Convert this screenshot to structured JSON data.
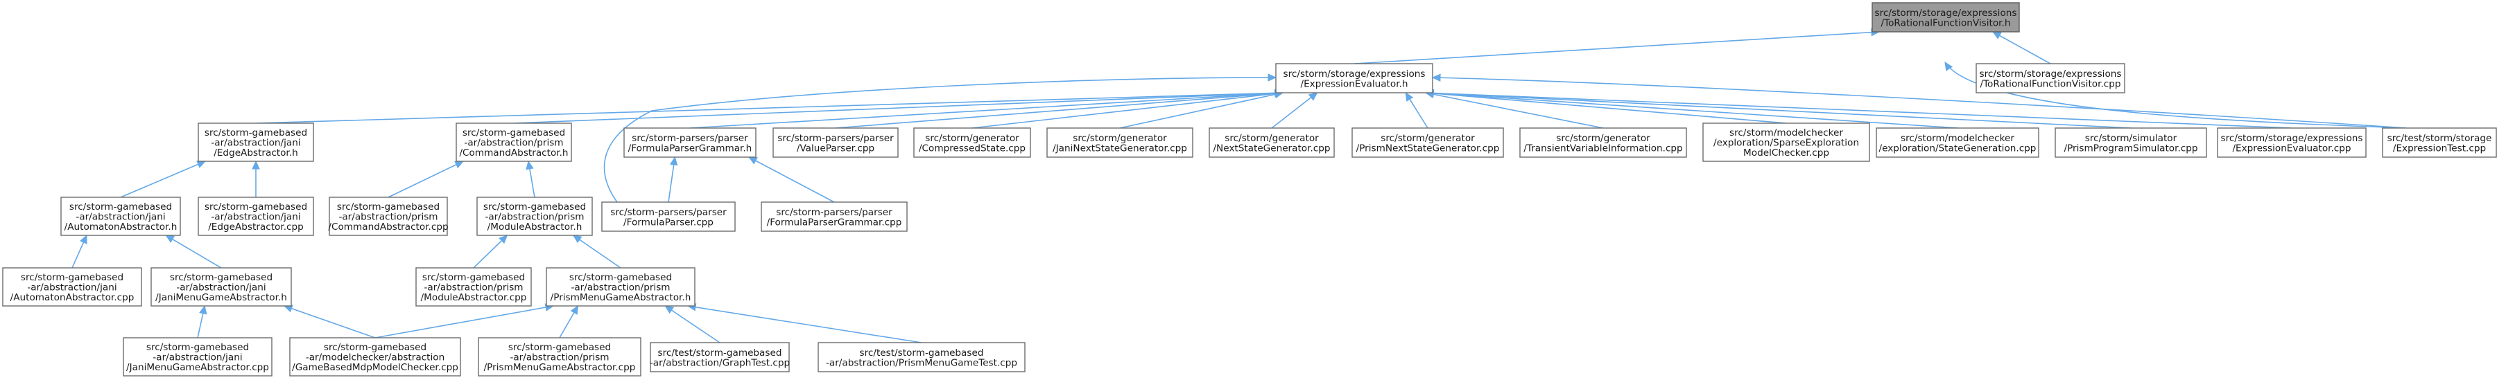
{
  "nodes": [
    {
      "id": "root",
      "lines": [
        "src/storm/storage/expressions",
        "/ToRationalFunctionVisitor.h"
      ],
      "highlight": true
    },
    {
      "id": "trfv_cpp",
      "lines": [
        "src/storm/storage/expressions",
        "/ToRationalFunctionVisitor.cpp"
      ]
    },
    {
      "id": "expr_eval_h",
      "lines": [
        "src/storm/storage/expressions",
        "/ExpressionEvaluator.h"
      ]
    },
    {
      "id": "edge_abs_h",
      "lines": [
        "src/storm-gamebased",
        "-ar/abstraction/jani",
        "/EdgeAbstractor.h"
      ]
    },
    {
      "id": "cmd_abs_h",
      "lines": [
        "src/storm-gamebased",
        "-ar/abstraction/prism",
        "/CommandAbstractor.h"
      ]
    },
    {
      "id": "formula_grammar_h",
      "lines": [
        "src/storm-parsers/parser",
        "/FormulaParserGrammar.h"
      ]
    },
    {
      "id": "value_parser_cpp",
      "lines": [
        "src/storm-parsers/parser",
        "/ValueParser.cpp"
      ]
    },
    {
      "id": "compressed_state_cpp",
      "lines": [
        "src/storm/generator",
        "/CompressedState.cpp"
      ]
    },
    {
      "id": "jani_next_state_cpp",
      "lines": [
        "src/storm/generator",
        "/JaniNextStateGenerator.cpp"
      ]
    },
    {
      "id": "next_state_cpp",
      "lines": [
        "src/storm/generator",
        "/NextStateGenerator.cpp"
      ]
    },
    {
      "id": "prism_next_state_cpp",
      "lines": [
        "src/storm/generator",
        "/PrismNextStateGenerator.cpp"
      ]
    },
    {
      "id": "transient_var_cpp",
      "lines": [
        "src/storm/generator",
        "/TransientVariableInformation.cpp"
      ]
    },
    {
      "id": "sparse_exploration_cpp",
      "lines": [
        "src/storm/modelchecker",
        "/exploration/SparseExploration",
        "ModelChecker.cpp"
      ]
    },
    {
      "id": "state_generation_cpp",
      "lines": [
        "src/storm/modelchecker",
        "/exploration/StateGeneration.cpp"
      ]
    },
    {
      "id": "prism_sim_cpp",
      "lines": [
        "src/storm/simulator",
        "/PrismProgramSimulator.cpp"
      ]
    },
    {
      "id": "expr_eval_cpp",
      "lines": [
        "src/storm/storage/expressions",
        "/ExpressionEvaluator.cpp"
      ]
    },
    {
      "id": "expression_test_cpp",
      "lines": [
        "src/test/storm/storage",
        "/ExpressionTest.cpp"
      ]
    },
    {
      "id": "automaton_abs_h",
      "lines": [
        "src/storm-gamebased",
        "-ar/abstraction/jani",
        "/AutomatonAbstractor.h"
      ]
    },
    {
      "id": "edge_abs_cpp",
      "lines": [
        "src/storm-gamebased",
        "-ar/abstraction/jani",
        "/EdgeAbstractor.cpp"
      ]
    },
    {
      "id": "cmd_abs_cpp",
      "lines": [
        "src/storm-gamebased",
        "-ar/abstraction/prism",
        "/CommandAbstractor.cpp"
      ]
    },
    {
      "id": "module_abs_h",
      "lines": [
        "src/storm-gamebased",
        "-ar/abstraction/prism",
        "/ModuleAbstractor.h"
      ]
    },
    {
      "id": "formula_parser_cpp",
      "lines": [
        "src/storm-parsers/parser",
        "/FormulaParser.cpp"
      ]
    },
    {
      "id": "formula_grammar_cpp",
      "lines": [
        "src/storm-parsers/parser",
        "/FormulaParserGrammar.cpp"
      ]
    },
    {
      "id": "automaton_abs_cpp",
      "lines": [
        "src/storm-gamebased",
        "-ar/abstraction/jani",
        "/AutomatonAbstractor.cpp"
      ]
    },
    {
      "id": "jani_menu_game_h",
      "lines": [
        "src/storm-gamebased",
        "-ar/abstraction/jani",
        "/JaniMenuGameAbstractor.h"
      ]
    },
    {
      "id": "module_abs_cpp",
      "lines": [
        "src/storm-gamebased",
        "-ar/abstraction/prism",
        "/ModuleAbstractor.cpp"
      ]
    },
    {
      "id": "prism_menu_game_h",
      "lines": [
        "src/storm-gamebased",
        "-ar/abstraction/prism",
        "/PrismMenuGameAbstractor.h"
      ]
    },
    {
      "id": "jani_menu_game_cpp",
      "lines": [
        "src/storm-gamebased",
        "-ar/abstraction/jani",
        "/JaniMenuGameAbstractor.cpp"
      ]
    },
    {
      "id": "game_mdp_checker_cpp",
      "lines": [
        "src/storm-gamebased",
        "-ar/modelchecker/abstraction",
        "/GameBasedMdpModelChecker.cpp"
      ]
    },
    {
      "id": "prism_menu_game_cpp",
      "lines": [
        "src/storm-gamebased",
        "-ar/abstraction/prism",
        "/PrismMenuGameAbstractor.cpp"
      ]
    },
    {
      "id": "graph_test_cpp",
      "lines": [
        "src/test/storm-gamebased",
        "-ar/abstraction/GraphTest.cpp"
      ]
    },
    {
      "id": "prism_menu_game_test_cpp",
      "lines": [
        "src/test/storm-gamebased",
        "-ar/abstraction/PrismMenuGameTest.cpp"
      ]
    }
  ],
  "edges": [
    {
      "from": "trfv_cpp",
      "to": "root"
    },
    {
      "from": "expr_eval_h",
      "to": "root"
    },
    {
      "from": "expression_test_cpp",
      "to": "root"
    },
    {
      "from": "edge_abs_h",
      "to": "expr_eval_h"
    },
    {
      "from": "cmd_abs_h",
      "to": "expr_eval_h"
    },
    {
      "from": "formula_grammar_h",
      "to": "expr_eval_h"
    },
    {
      "from": "formula_parser_cpp",
      "to": "expr_eval_h"
    },
    {
      "from": "value_parser_cpp",
      "to": "expr_eval_h"
    },
    {
      "from": "compressed_state_cpp",
      "to": "expr_eval_h"
    },
    {
      "from": "jani_next_state_cpp",
      "to": "expr_eval_h"
    },
    {
      "from": "next_state_cpp",
      "to": "expr_eval_h"
    },
    {
      "from": "prism_next_state_cpp",
      "to": "expr_eval_h"
    },
    {
      "from": "transient_var_cpp",
      "to": "expr_eval_h"
    },
    {
      "from": "sparse_exploration_cpp",
      "to": "expr_eval_h"
    },
    {
      "from": "state_generation_cpp",
      "to": "expr_eval_h"
    },
    {
      "from": "prism_sim_cpp",
      "to": "expr_eval_h"
    },
    {
      "from": "expr_eval_cpp",
      "to": "expr_eval_h"
    },
    {
      "from": "expression_test_cpp",
      "to": "expr_eval_h"
    },
    {
      "from": "automaton_abs_h",
      "to": "edge_abs_h"
    },
    {
      "from": "edge_abs_cpp",
      "to": "edge_abs_h"
    },
    {
      "from": "cmd_abs_cpp",
      "to": "cmd_abs_h"
    },
    {
      "from": "module_abs_h",
      "to": "cmd_abs_h"
    },
    {
      "from": "formula_parser_cpp",
      "to": "formula_grammar_h"
    },
    {
      "from": "formula_grammar_cpp",
      "to": "formula_grammar_h"
    },
    {
      "from": "automaton_abs_cpp",
      "to": "automaton_abs_h"
    },
    {
      "from": "jani_menu_game_h",
      "to": "automaton_abs_h"
    },
    {
      "from": "module_abs_cpp",
      "to": "module_abs_h"
    },
    {
      "from": "prism_menu_game_h",
      "to": "module_abs_h"
    },
    {
      "from": "jani_menu_game_cpp",
      "to": "jani_menu_game_h"
    },
    {
      "from": "game_mdp_checker_cpp",
      "to": "jani_menu_game_h"
    },
    {
      "from": "game_mdp_checker_cpp",
      "to": "prism_menu_game_h"
    },
    {
      "from": "prism_menu_game_cpp",
      "to": "prism_menu_game_h"
    },
    {
      "from": "graph_test_cpp",
      "to": "prism_menu_game_h"
    },
    {
      "from": "prism_menu_game_test_cpp",
      "to": "prism_menu_game_h"
    }
  ]
}
